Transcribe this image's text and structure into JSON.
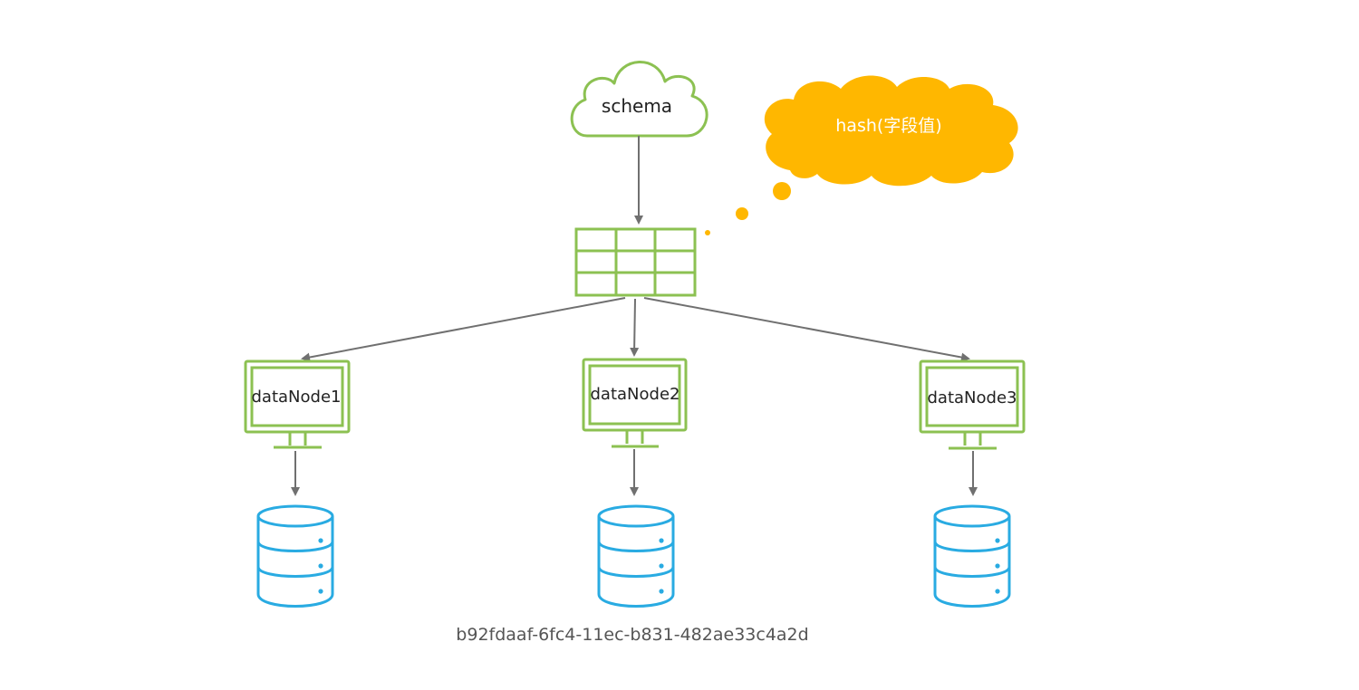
{
  "schema_label": "schema",
  "hash_label": "hash(字段值)",
  "nodes": [
    {
      "label": "dataNode1"
    },
    {
      "label": "dataNode2"
    },
    {
      "label": "dataNode3"
    }
  ],
  "watermark": "b92fdaaf-6fc4-11ec-b831-482ae33c4a2d",
  "icons": {
    "schema": "cloud-icon",
    "hash": "thought-cloud-icon",
    "table": "table-icon",
    "node": "monitor-icon",
    "storage": "database-icon"
  },
  "colors": {
    "green": "#8cc152",
    "orange": "#ffb700",
    "blue": "#29abe2",
    "arrow": "#707070",
    "text": "#222222",
    "watermark": "#555555"
  }
}
